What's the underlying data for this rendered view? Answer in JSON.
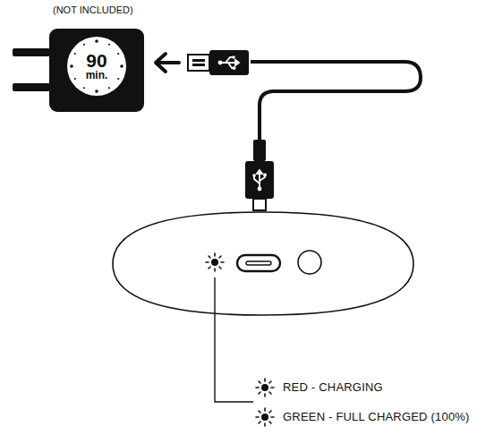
{
  "diagram": {
    "nodes": [
      {
        "text": [
          "(NOT INCLUDED)"
        ]
      },
      {
        "text": [
          "90",
          "min."
        ],
        "in": 0
      }
    ],
    "legend": [
      {
        "text": "RED - CHARGING"
      },
      {
        "text": "GREEN - FULL CHARGED (100%)"
      }
    ]
  }
}
